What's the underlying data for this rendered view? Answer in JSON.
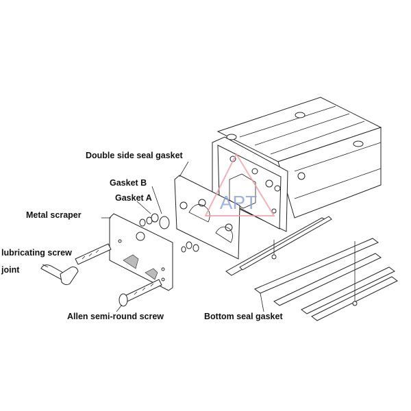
{
  "diagram": {
    "watermark": "APT",
    "colors": {
      "watermark_triangle": "#e8a0a8",
      "watermark_text": "#8aa0d8",
      "lines": "#222222"
    },
    "labels": {
      "double_side_seal_gasket": "Double side seal gasket",
      "gasket_b": "Gasket B",
      "gasket_a": "Gasket A",
      "metal_scraper": "Metal scraper",
      "lubricating_screw_line1": "lubricating screw",
      "lubricating_screw_line2": "joint",
      "allen_semi_round_screw": "Allen semi-round screw",
      "bottom_seal_gasket": "Bottom seal gasket"
    }
  }
}
